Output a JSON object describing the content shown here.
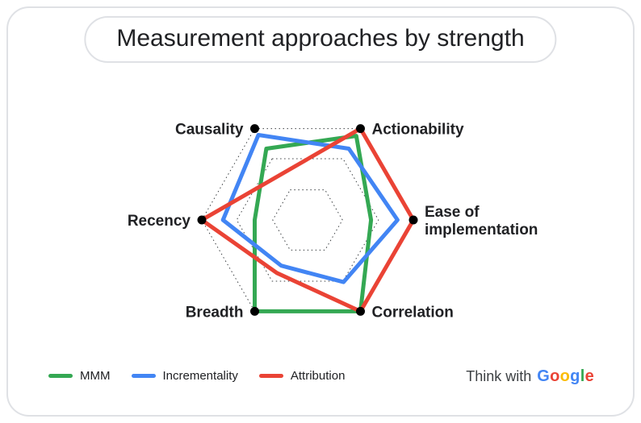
{
  "title": "Measurement approaches by strength",
  "chart_data": {
    "type": "radar",
    "title": "Measurement approaches by strength",
    "grid": "dotted",
    "legend_position": "bottom-left",
    "scale": {
      "min": 0,
      "max": 1,
      "grid_levels": [
        0.33,
        0.67,
        1.0
      ]
    },
    "axes": [
      {
        "label": "Causality",
        "lines": [
          "Causality"
        ]
      },
      {
        "label": "Actionability",
        "lines": [
          "Actionability"
        ]
      },
      {
        "label": "Ease of implementation",
        "lines": [
          "Ease of",
          "implementation"
        ]
      },
      {
        "label": "Correlation",
        "lines": [
          "Correlation"
        ]
      },
      {
        "label": "Breadth",
        "lines": [
          "Breadth"
        ]
      },
      {
        "label": "Recency",
        "lines": [
          "Recency"
        ]
      }
    ],
    "series": [
      {
        "name": "MMM",
        "color": "#34a853",
        "values": [
          0.78,
          0.92,
          0.6,
          1.0,
          1.0,
          0.5
        ]
      },
      {
        "name": "Incrementality",
        "color": "#4285f4",
        "values": [
          0.93,
          0.78,
          0.85,
          0.68,
          0.5,
          0.8
        ]
      },
      {
        "name": "Attribution",
        "color": "#ea4335",
        "values": [
          0.5,
          1.0,
          1.0,
          1.0,
          0.58,
          1.0
        ]
      }
    ]
  },
  "brand": {
    "prefix": "Think with",
    "logo_letters": [
      {
        "ch": "G",
        "color": "#4285F4"
      },
      {
        "ch": "o",
        "color": "#EA4335"
      },
      {
        "ch": "o",
        "color": "#FBBC05"
      },
      {
        "ch": "g",
        "color": "#4285F4"
      },
      {
        "ch": "l",
        "color": "#34A853"
      },
      {
        "ch": "e",
        "color": "#EA4335"
      }
    ]
  },
  "colors": {
    "card_border": "#dfe1e5",
    "grid": "#3c4043",
    "dot": "#000000",
    "text": "#202124"
  }
}
